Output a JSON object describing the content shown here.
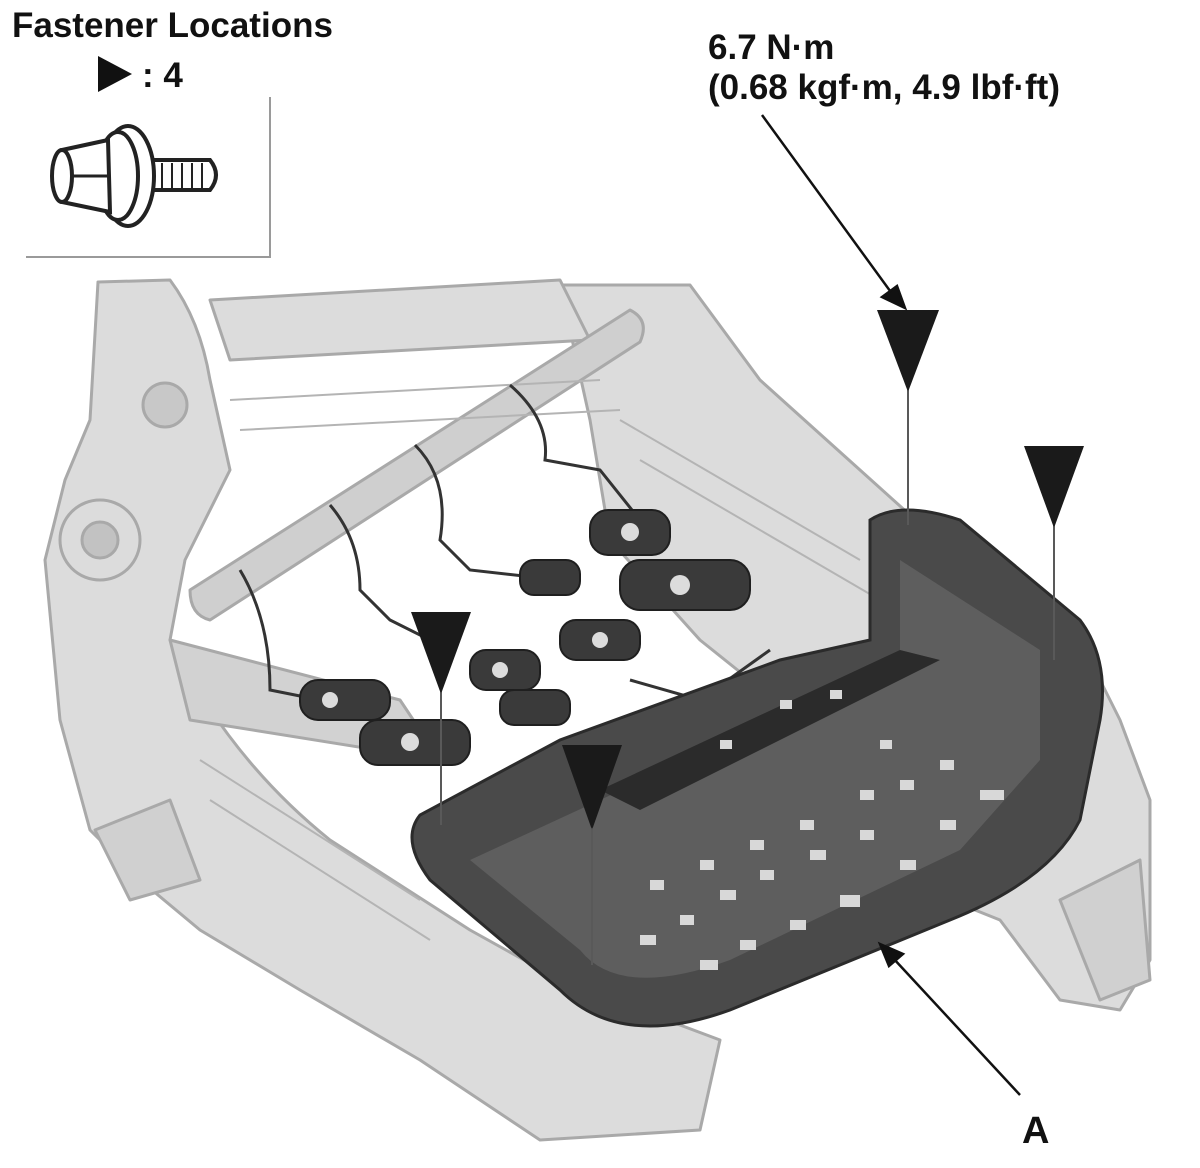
{
  "legend": {
    "title": "Fastener Locations",
    "marker_count": ": 4",
    "fastener_icon": "flange-bolt-icon"
  },
  "torque": {
    "line1": "6.7 N·m",
    "line2": "(0.68 kgf·m, 4.9 lbf·ft)"
  },
  "part_label": "A",
  "markers": {
    "symbol": "triangle-pointer-icon",
    "count": 4
  },
  "colors": {
    "frame_fill": "#dcdcdc",
    "frame_stroke": "#a9a9a9",
    "pan_fill": "#4a4a4a",
    "pan_dark": "#2b2b2b",
    "spring_fill": "#3a3a3a",
    "marker": "#1a1a1a",
    "text": "#111111"
  }
}
